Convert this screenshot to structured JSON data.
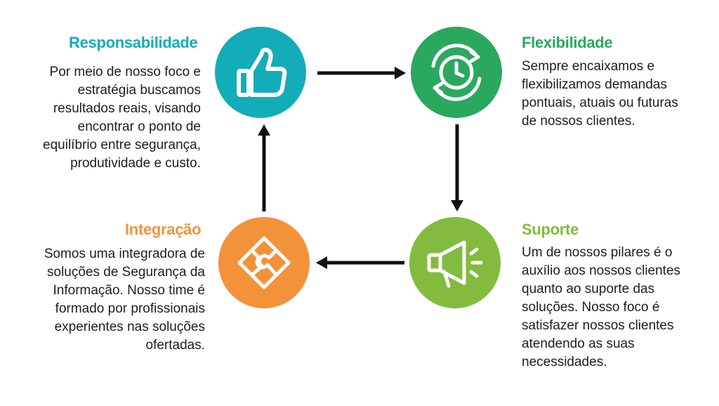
{
  "colors": {
    "teal": "#12adb8",
    "green": "#2aa85f",
    "orange": "#f4923a",
    "lime": "#83bb3f",
    "arrow": "#111111"
  },
  "blocks": {
    "responsabilidade": {
      "title": "Responsabilidade",
      "text": "Por meio de nosso foco e estratégia buscamos resultados reais, visando encontrar o ponto de equilíbrio entre segurança, produtividade e custo.",
      "icon": "thumbs-up-icon"
    },
    "flexibilidade": {
      "title": "Flexibilidade",
      "text": "Sempre encaixamos e flexibilizamos demandas pontuais, atuais ou futuras de nossos clientes.",
      "icon": "clock-refresh-icon"
    },
    "integracao": {
      "title": "Integração",
      "text": "Somos uma integradora de soluções de Segurança da Informação. Nosso time é formado por profissionais experientes nas soluções ofertadas.",
      "icon": "puzzle-icon"
    },
    "suporte": {
      "title": "Suporte",
      "text": "Um de nossos pilares é o auxílio aos nossos clientes quanto ao suporte das soluções. Nosso foco é satisfazer nossos clientes atendendo as suas necessidades.",
      "icon": "megaphone-icon"
    }
  }
}
